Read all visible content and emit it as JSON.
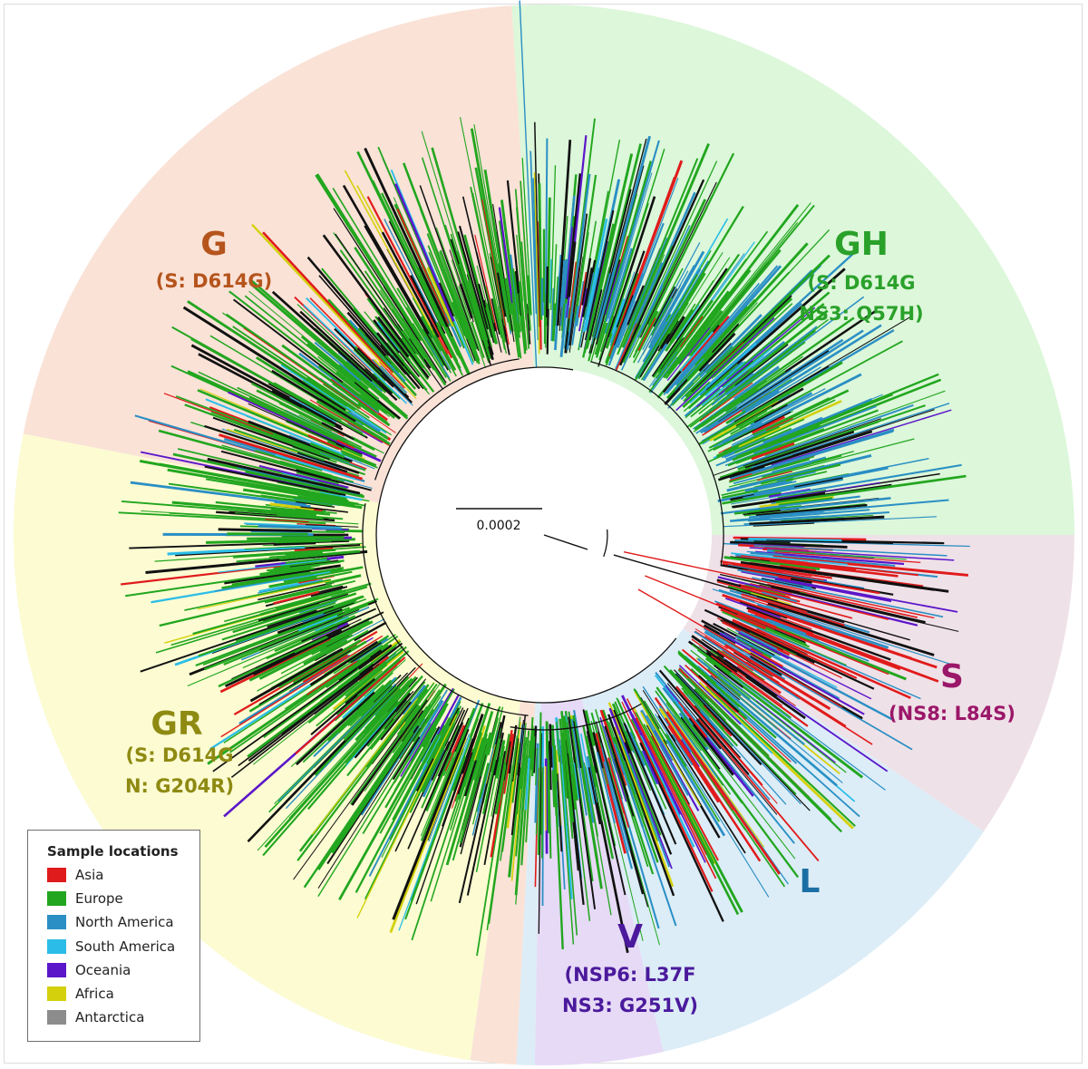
{
  "clades": [
    {
      "id": "G",
      "name": "G",
      "mutations": [
        "(S: D614G)"
      ],
      "color": "#b5541c",
      "fill": "#fae2d7"
    },
    {
      "id": "GH",
      "name": "GH",
      "mutations": [
        "(S: D614G",
        "NS3: Q57H)"
      ],
      "color": "#2aa12a",
      "fill": "#dcf7da"
    },
    {
      "id": "S",
      "name": "S",
      "mutations": [
        "(NS8: L84S)"
      ],
      "color": "#9b1769",
      "fill": "#efe1e8"
    },
    {
      "id": "L",
      "name": "L",
      "mutations": [],
      "color": "#1c6fa4",
      "fill": "#dcedf7"
    },
    {
      "id": "V",
      "name": "V",
      "mutations": [
        "(NSP6: L37F",
        "NS3: G251V)"
      ],
      "color": "#4b1a9c",
      "fill": "#e6daf6"
    },
    {
      "id": "GR",
      "name": "GR",
      "mutations": [
        "(S: D614G",
        "N: G204R)"
      ],
      "color": "#8e8a12",
      "fill": "#fcfbd2"
    }
  ],
  "scale_bar": {
    "label": "0.0002"
  },
  "legend": {
    "title": "Sample locations",
    "items": [
      {
        "label": "Asia",
        "color": "#e01b1b"
      },
      {
        "label": "Europe",
        "color": "#22a61f"
      },
      {
        "label": "North America",
        "color": "#2a8fc4"
      },
      {
        "label": "South America",
        "color": "#2bbde8"
      },
      {
        "label": "Oceania",
        "color": "#5b16c9"
      },
      {
        "label": "Africa",
        "color": "#d4d10c"
      },
      {
        "label": "Antarctica",
        "color": "#8c8c8c"
      }
    ]
  },
  "branch_colors": {
    "black": "#111111"
  }
}
